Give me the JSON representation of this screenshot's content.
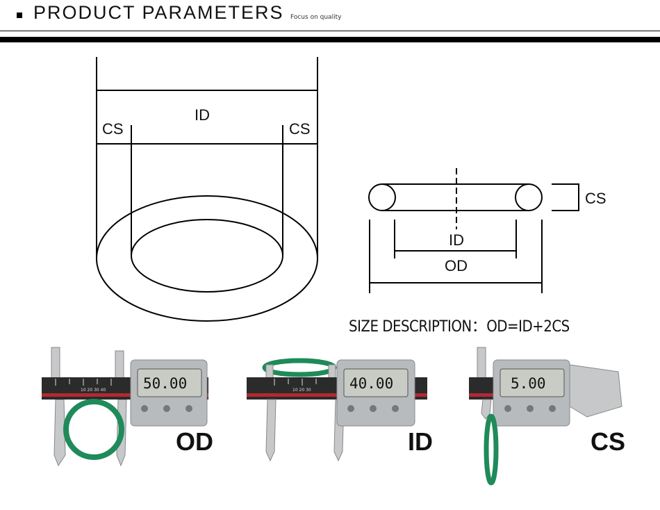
{
  "header": {
    "title": "PRODUCT PARAMETERS",
    "subtitle": "Focus on quality"
  },
  "diagram_left": {
    "label_id": "ID",
    "label_cs_left": "CS",
    "label_cs_right": "CS"
  },
  "diagram_right": {
    "label_cs": "CS",
    "label_id": "ID",
    "label_od": "OD"
  },
  "size_description": "SIZE DESCRIPTION：OD=ID+2CS",
  "measurements": [
    {
      "label": "OD",
      "reading": "50.00"
    },
    {
      "label": "ID",
      "reading": "40.00"
    },
    {
      "label": "CS",
      "reading": "5.00"
    }
  ],
  "colors": {
    "oring_green": "#1f8a5a",
    "lcd_bg": "#c9ccc4",
    "caliper_steel": "#c6c8ca",
    "caliper_dark": "#2b2b2b",
    "scale_red": "#b42832"
  }
}
